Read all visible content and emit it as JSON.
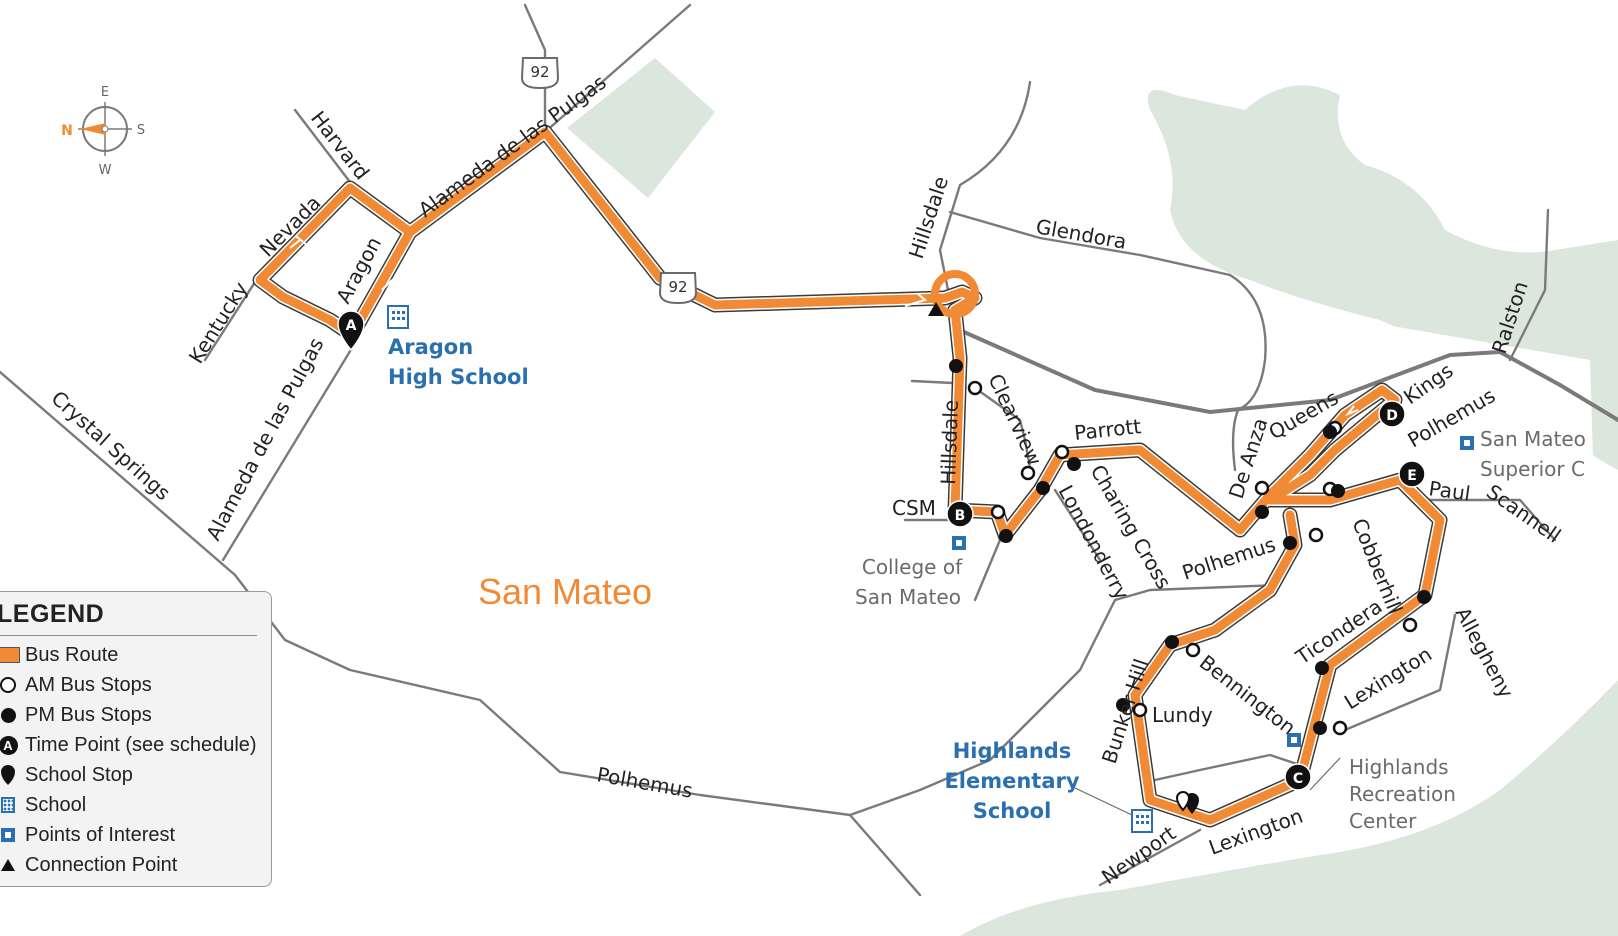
{
  "map": {
    "city_label": "San Mateo",
    "compass": {
      "n": "N",
      "e": "E",
      "s": "S",
      "w": "W"
    },
    "highway_shield": "92",
    "streets": {
      "harvard": "Harvard",
      "nevada": "Nevada",
      "aragon": "Aragon",
      "kentucky": "Kentucky",
      "alameda_top": "Alameda de las Pulgas",
      "alameda_bottom": "Alameda de las Pulgas",
      "crystal_springs": "Crystal Springs",
      "hillsdale_top": "Hillsdale",
      "hillsdale_mid": "Hillsdale",
      "glendora": "Glendora",
      "clearview": "Clearview",
      "parrott": "Parrott",
      "charing_cross": "Charing Cross",
      "londonderry": "Londonderry",
      "csm": "CSM",
      "de_anza": "De Anza",
      "queens": "Queens",
      "kings": "Kings",
      "polhemus_ne": "Polhemus",
      "ralston": "Ralston",
      "paul": "Paul",
      "scannell": "Scannell",
      "polhemus_mid": "Polhemus",
      "cobberhill": "Cobberhill",
      "allegheny": "Allegheny",
      "ticondera": "Ticondera",
      "lexington_e": "Lexington",
      "bennington": "Bennington",
      "bunker_hill": "Bunker Hill",
      "lundy": "Lundy",
      "polhemus_sw": "Polhemus",
      "newport": "Newport",
      "lexington_s": "Lexington"
    },
    "places": {
      "aragon_hs": [
        "Aragon",
        "High School"
      ],
      "csm": [
        "College of",
        "San Mateo"
      ],
      "highlands_es": [
        "Highlands",
        "Elementary",
        "School"
      ],
      "highlands_rc": [
        "Highlands",
        "Recreation",
        "Center"
      ],
      "superior_court": [
        "San Mateo",
        "Superior C"
      ]
    },
    "time_points": [
      "A",
      "B",
      "C",
      "D",
      "E"
    ],
    "colors": {
      "route": "#f08a34",
      "school_blue": "#2a6fb0",
      "park_green": "#dbe7dd",
      "road_gray": "#7a7a7a",
      "poi_gray": "#6b6b6b"
    }
  },
  "legend": {
    "title": "LEGEND",
    "items": [
      {
        "label": "Bus Route",
        "symbol": "route"
      },
      {
        "label": "AM Bus Stops",
        "symbol": "am"
      },
      {
        "label": "PM Bus Stops",
        "symbol": "pm"
      },
      {
        "label": "Time Point (see schedule)",
        "symbol": "timepoint",
        "glyph": "A"
      },
      {
        "label": "School Stop",
        "symbol": "school-stop"
      },
      {
        "label": "School",
        "symbol": "school"
      },
      {
        "label": "Points of Interest",
        "symbol": "poi"
      },
      {
        "label": "Connection Point",
        "symbol": "connection"
      }
    ]
  }
}
